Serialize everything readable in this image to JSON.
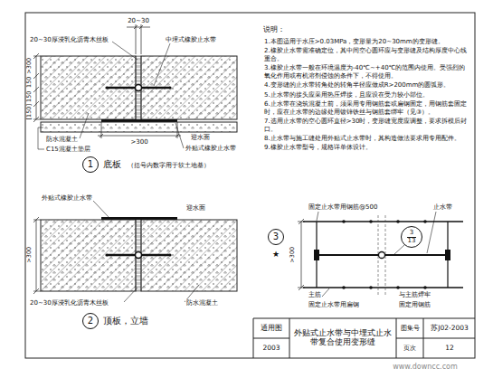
{
  "diagram": {
    "nodes": [
      {
        "text": [
          "1"
        ]
      },
      {
        "text": [
          "2"
        ]
      },
      {
        "text": [
          "3"
        ]
      },
      {
        "text": [
          "3",
          "13"
        ]
      }
    ],
    "labels": [
      "20~30",
      "20~30厚浸乳化沥青木丝板",
      "中埋式橡胶止水带",
      ">300",
      "150",
      "150",
      "[150]",
      "迎水面",
      ">300",
      "外贴式橡胶止水带",
      "防水混凝土",
      "C15混凝土垫层",
      "底板",
      "（括号内数字用于软土地基）",
      "外贴式橡胶止水带",
      ">300",
      "迎水面",
      "20~30厚浸乳化沥青木丝板",
      "防水混凝土",
      "顶板，立墙",
      "说明：",
      "1.本图适用于水压>0.03MPa，变形量为20~30mm的变形缝。",
      "2.橡胶止水带需准确定位，其中间空心圆环应与变形缝及结构厚度中心线重合。",
      "3.橡胶止水带一般在环境温度为-40℃~+40℃的范围内使用。受强烈的氧化作用或有机溶剂侵蚀的条件下，不得使用。",
      "4.变形缝的止水带转角处的转角半径应做成R>200mm的圆弧形。",
      "5.止水带的接头应采用热压焊接，且应设在受力较小部位。",
      "6.止水带在浇筑混凝土前，须采用专用钢筋套或扁钢固定，用钢筋套固定时，应在止水带的边缘处用镀锌铁丝与钢筋套绑牢（见③）。",
      "7.选用止水带的空心圆环直径>30时，变形缝宽度应调整，要求拆模后封口。",
      "8.止水带与施工缝处用外贴式止水带时，其构造做法要求用专用配件。",
      "9.橡胶止水带型号，规格详单体设计。",
      "固定止水带用钢筋@500",
      "止水带",
      ">300",
      "★",
      "主筋",
      "固定止水带用扁钢",
      "与主筋焊牢",
      "固定用钢筋",
      "通用图",
      "2003",
      "外贴式止水带与中埋式止水带复合使用变形缝",
      "图集号",
      "苏J02-2003",
      "页次",
      "12",
      "www.downcc.com"
    ]
  }
}
